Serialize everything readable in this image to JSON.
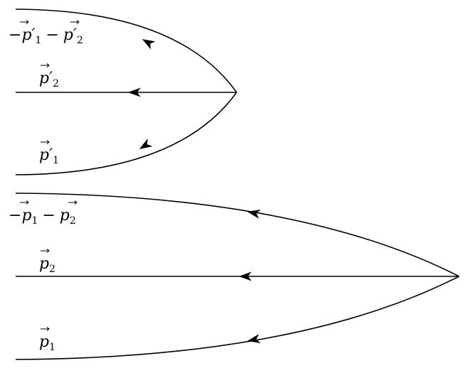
{
  "diagrams": [
    {
      "id": "top",
      "vertex": "outgoing-vertex",
      "momenta": [
        {
          "sign": "−",
          "base": "p",
          "prime": "′",
          "sub": "1",
          "op": "−",
          "sign2": "",
          "base2": "p",
          "prime2": "′",
          "sub2": "2"
        },
        {
          "sign": "",
          "base": "p",
          "prime": "′",
          "sub": "2"
        },
        {
          "sign": "",
          "base": "p",
          "prime": "′",
          "sub": "1"
        }
      ]
    },
    {
      "id": "bottom",
      "vertex": "incoming-vertex",
      "momenta": [
        {
          "sign": "−",
          "base": "p",
          "prime": "",
          "sub": "1",
          "op": "−",
          "sign2": "",
          "base2": "p",
          "prime2": "",
          "sub2": "2"
        },
        {
          "sign": "",
          "base": "p",
          "prime": "",
          "sub": "2"
        },
        {
          "sign": "",
          "base": "p",
          "prime": "",
          "sub": "1"
        }
      ]
    }
  ],
  "colors": {
    "stroke": "#000000",
    "background": "#ffffff"
  }
}
